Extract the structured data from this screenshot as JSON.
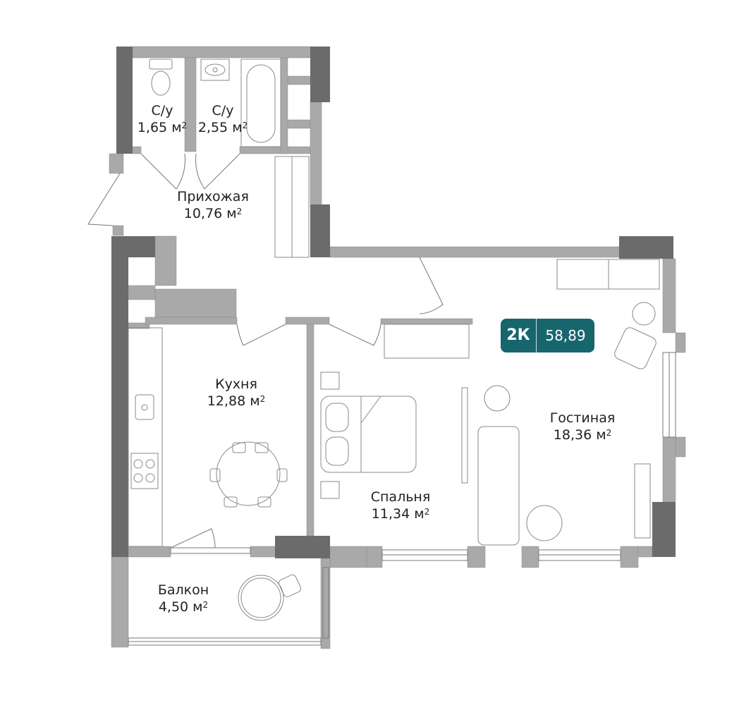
{
  "badge": {
    "rooms": "2К",
    "area": "58,89",
    "color": "#17666e"
  },
  "unit": "м",
  "unit_exp": "2",
  "rooms": [
    {
      "name": "С/у",
      "area": "1,65"
    },
    {
      "name": "С/у",
      "area": "2,55"
    },
    {
      "name": "Прихожая",
      "area": "10,76"
    },
    {
      "name": "Кухня",
      "area": "12,88"
    },
    {
      "name": "Спальня",
      "area": "11,34"
    },
    {
      "name": "Гостиная",
      "area": "18,36"
    },
    {
      "name": "Балкон",
      "area": "4,50"
    }
  ],
  "colors": {
    "wall": "#a9a9a9",
    "bearing_wall": "#6b6b6b"
  }
}
